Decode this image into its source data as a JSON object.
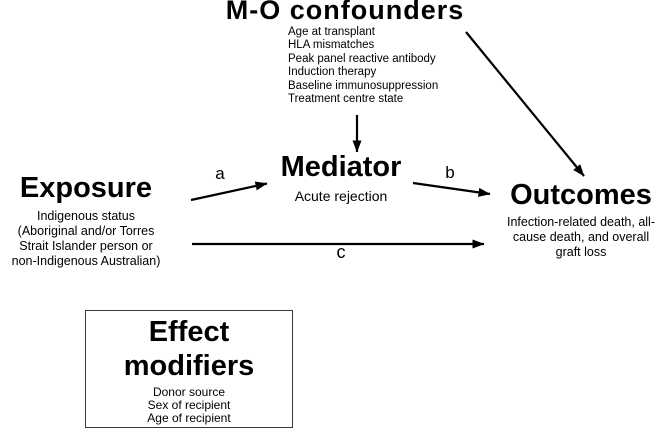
{
  "figure": {
    "confounders": {
      "title": "M-O confounders",
      "items": [
        "Age at transplant",
        "HLA mismatches",
        "Peak panel reactive antibody",
        "Induction therapy",
        "Baseline immunosuppression",
        "Treatment centre state"
      ]
    },
    "exposure": {
      "title": "Exposure",
      "lines": [
        "Indigenous status",
        "(Aboriginal and/or Torres",
        "Strait Islander person or",
        "non-Indigenous Australian)"
      ]
    },
    "mediator": {
      "title": "Mediator",
      "subtitle": "Acute rejection"
    },
    "outcomes": {
      "title": "Outcomes",
      "lines": [
        "Infection-related death, all-",
        "cause death, and overall",
        "graft loss"
      ]
    },
    "effect_modifiers": {
      "title": "Effect modifiers",
      "items": [
        "Donor source",
        "Sex of recipient",
        "Age of recipient"
      ]
    },
    "path_labels": {
      "a": "a",
      "b": "b",
      "c": "c"
    },
    "colors": {
      "background": "#ffffff",
      "text": "#000000",
      "arrow": "#000000",
      "box_border": "#3c3c3c"
    }
  }
}
